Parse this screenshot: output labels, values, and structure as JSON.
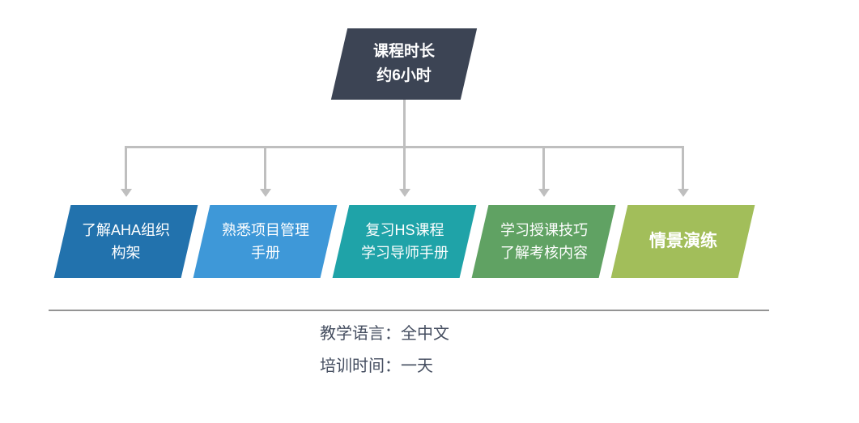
{
  "diagram": {
    "root": {
      "lines": [
        "课程时长",
        "约6小时"
      ],
      "bg": "#3C4454",
      "text_color": "#FFFFFF"
    },
    "connector_color": "#BFBFBF",
    "branches": [
      {
        "lines": [
          "了解AHA组织",
          "构架"
        ],
        "bg": "#2272AD"
      },
      {
        "lines": [
          "熟悉项目管理",
          "手册"
        ],
        "bg": "#3E98D8"
      },
      {
        "lines": [
          "复习HS课程",
          "学习导师手册"
        ],
        "bg": "#1FA3A8"
      },
      {
        "lines": [
          "学习授课技巧",
          "了解考核内容"
        ],
        "bg": "#60A263"
      },
      {
        "lines": [
          "情景演练"
        ],
        "bg": "#A2BE5A"
      }
    ],
    "footer": {
      "lines": [
        "教学语言：全中文",
        "培训时间：一天"
      ],
      "text_color": "#454E60"
    }
  }
}
